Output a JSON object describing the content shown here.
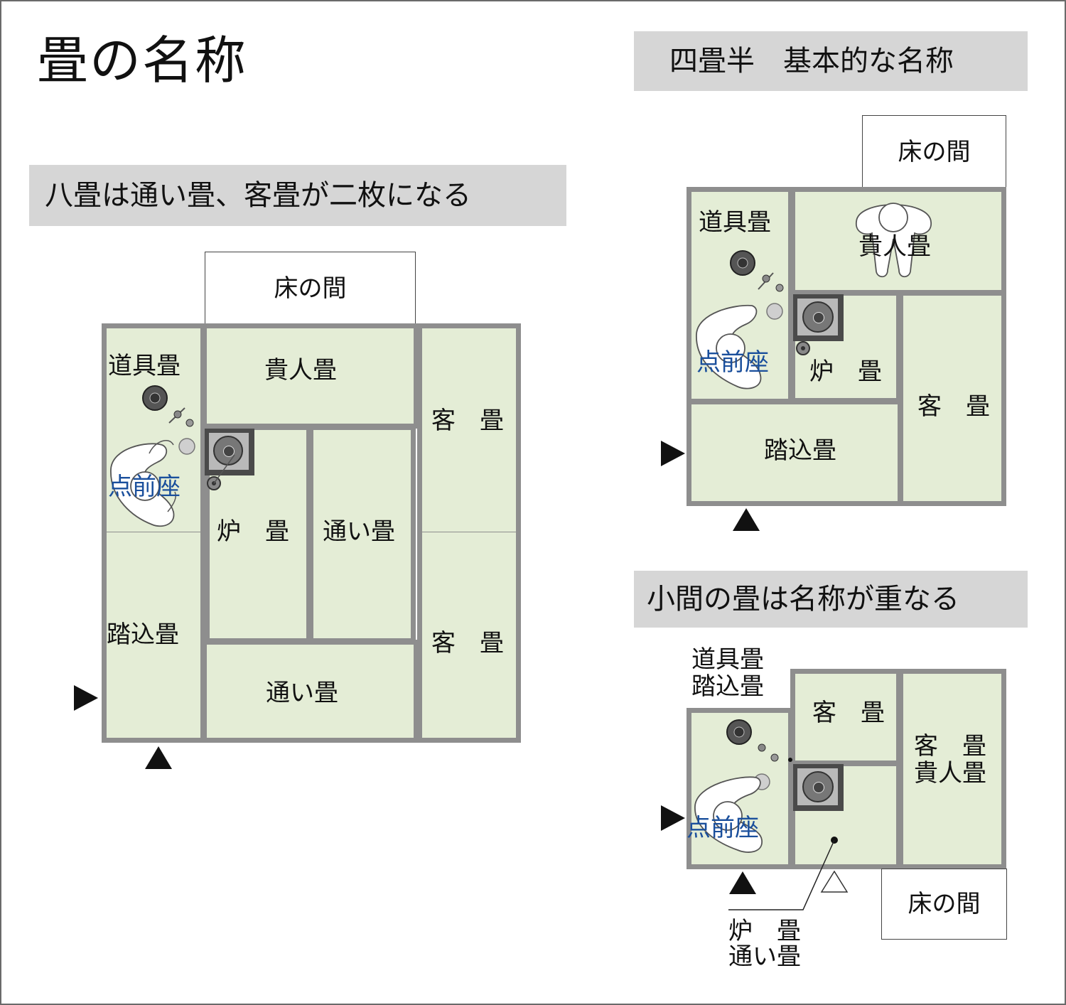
{
  "title": "畳の名称",
  "eight": {
    "band": "八畳は通い畳、客畳が二枚になる",
    "tokonoma": "床の間",
    "dougu": "道具畳",
    "kinin": "貴人畳",
    "kyaku1": "客　畳",
    "temaeza": "点前座",
    "ro": "炉　畳",
    "kayoi1": "通い畳",
    "fumikomi": "踏込畳",
    "kyaku2": "客　畳",
    "kayoi2": "通い畳"
  },
  "yojohan": {
    "band": "四畳半　基本的な名称",
    "tokonoma": "床の間",
    "dougu": "道具畳",
    "kinin": "貴人畳",
    "temaeza": "点前座",
    "ro": "炉　畳",
    "kyaku": "客　畳",
    "fumikomi": "踏込畳"
  },
  "koma": {
    "band": "小間の畳は名称が重なる",
    "dougu": "道具畳",
    "fumikomi": "踏込畳",
    "kyaku": "客　畳",
    "kyaku2": "客　畳",
    "kinin": "貴人畳",
    "temaeza": "点前座",
    "tokonoma": "床の間",
    "ro": "炉　畳",
    "kayoi": "通い畳"
  },
  "colors": {
    "tatami": "#e4edd6",
    "edge": "#8e8e8e",
    "band": "#d6d6d6",
    "temaeza_text": "#1a4f9c"
  },
  "icons": [
    "kettle-icon",
    "host-figure-icon",
    "guest-figure-icon",
    "entrance-arrow-icon",
    "noble-entrance-icon"
  ]
}
